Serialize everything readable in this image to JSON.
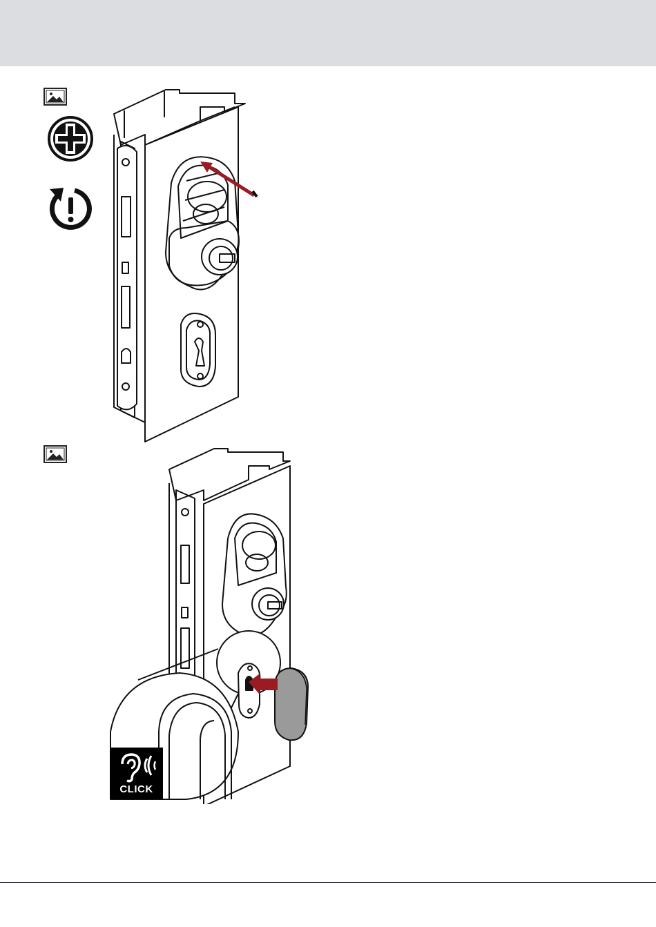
{
  "header": {
    "band_color": "#dcdde1"
  },
  "steps": [
    {
      "image_icon": "image-placeholder-icon",
      "tool_icons": [
        "phillips-screwdriver-icon",
        "rotate-clockwise-caution-icon"
      ],
      "illustration": "lock-body-screw-insertion"
    },
    {
      "image_icon": "image-placeholder-icon",
      "illustration": "cylinder-cover-cap-insertion"
    }
  ],
  "click_badge": {
    "label": "CLICK",
    "icon": "ear-sound-icon"
  },
  "colors": {
    "arrow": "#9b1b22",
    "cap": "#9a9a9a",
    "line": "#111111"
  }
}
